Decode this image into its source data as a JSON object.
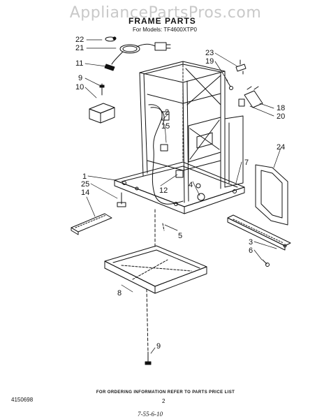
{
  "watermark": "AppliancePartsPros.com",
  "header": {
    "title": "FRAME PARTS",
    "models_line": "For Models: TF4600XTP0"
  },
  "callouts": [
    "22",
    "21",
    "11",
    "9",
    "10",
    "23",
    "19",
    "2",
    "15",
    "18",
    "20",
    "24",
    "1",
    "25",
    "14",
    "12",
    "4",
    "7",
    "5",
    "3",
    "6",
    "8",
    "9"
  ],
  "footer": {
    "ordering_info": "FOR ORDERING INFORMATION REFER TO PARTS PRICE LIST",
    "code": "4150698",
    "page_number": "2",
    "handwritten_note": "7-55-6-10"
  }
}
